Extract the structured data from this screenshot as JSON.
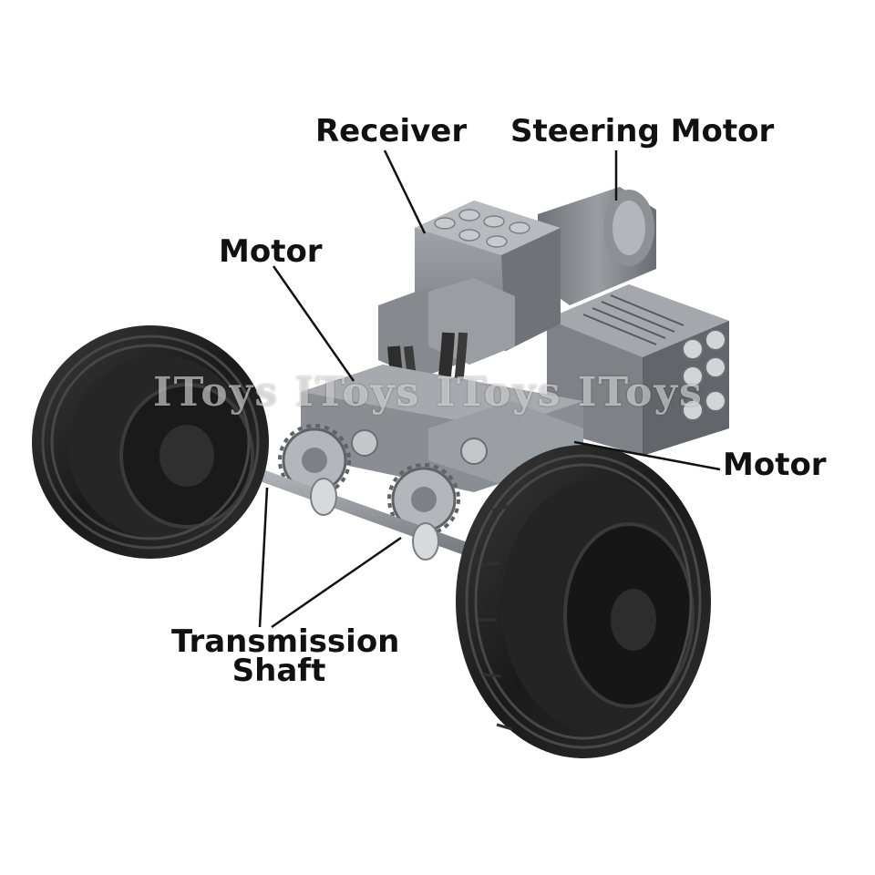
{
  "labels": {
    "receiver": "Receiver",
    "steering_motor": "Steering Motor",
    "motor_left": "Motor",
    "motor_right": "Motor",
    "transmission_line1": "Transmission",
    "transmission_line2": "Shaft"
  },
  "watermark": "IToys IToys IToys IToys",
  "colors": {
    "background": "#ffffff",
    "tire": "#1c1c1c",
    "rim": "#2a2a2a",
    "brick_grey": "#8c8f94",
    "dark_grey": "#4e5257",
    "light_grey": "#b9bcc0",
    "leader": "#111111"
  }
}
